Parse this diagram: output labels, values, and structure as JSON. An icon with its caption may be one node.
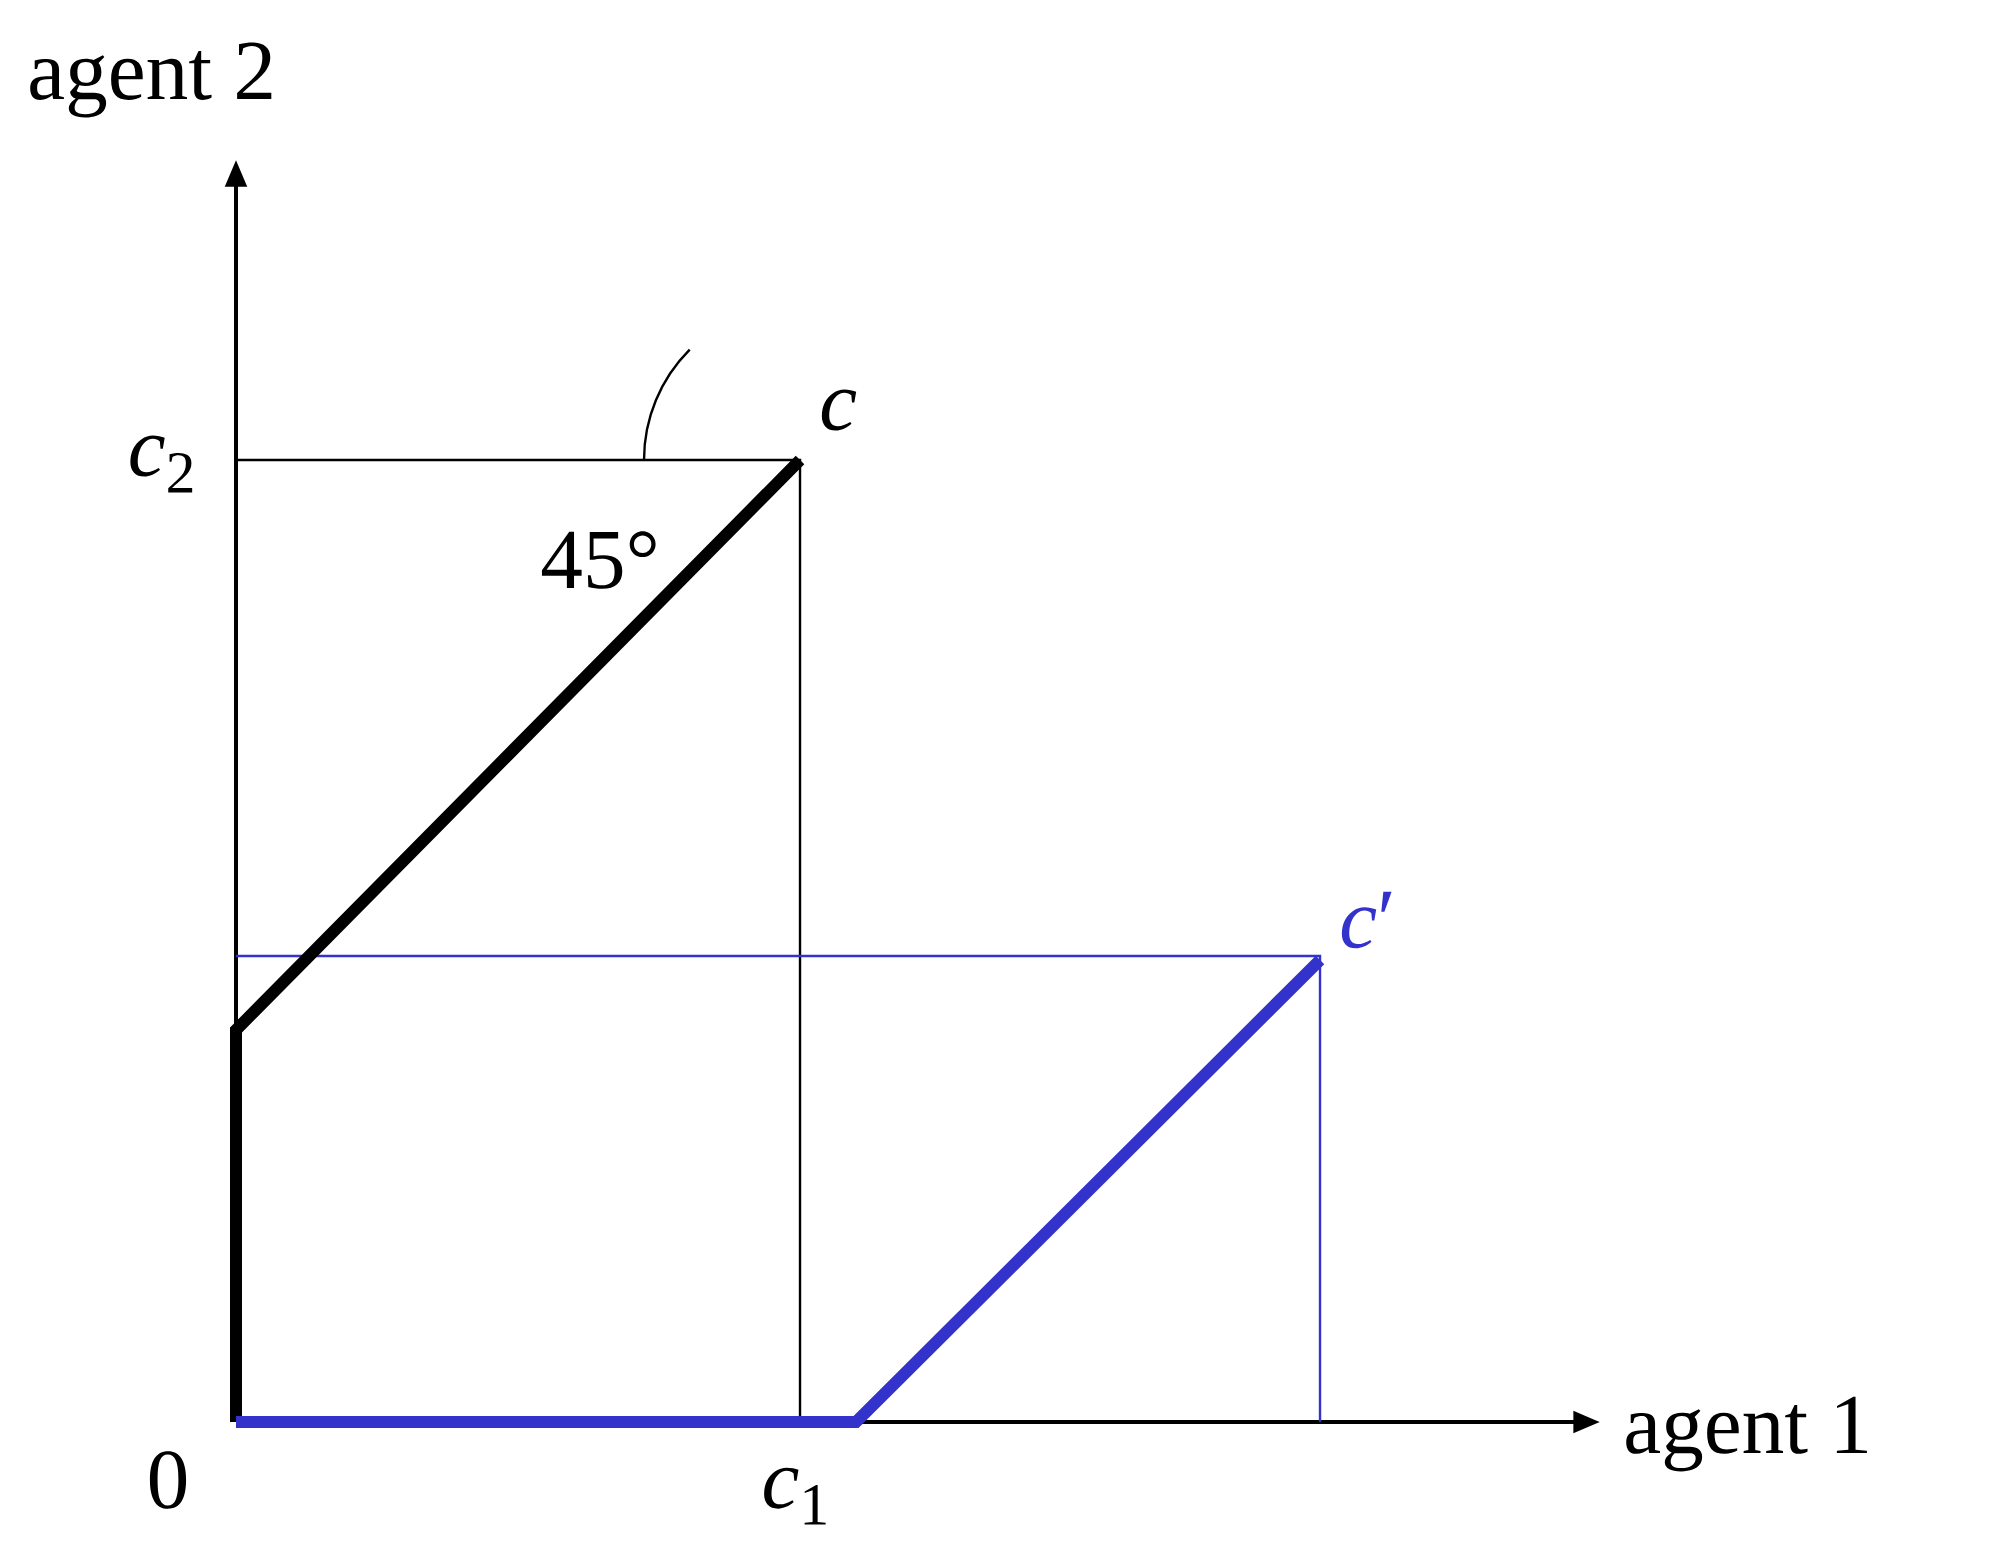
{
  "diagram": {
    "labels": [
      "agent 2",
      "c",
      "*c*$_{2}$",
      "45°",
      "*c*′",
      "0",
      "agent 1",
      "*c*$_{1}$"
    ]
  }
}
